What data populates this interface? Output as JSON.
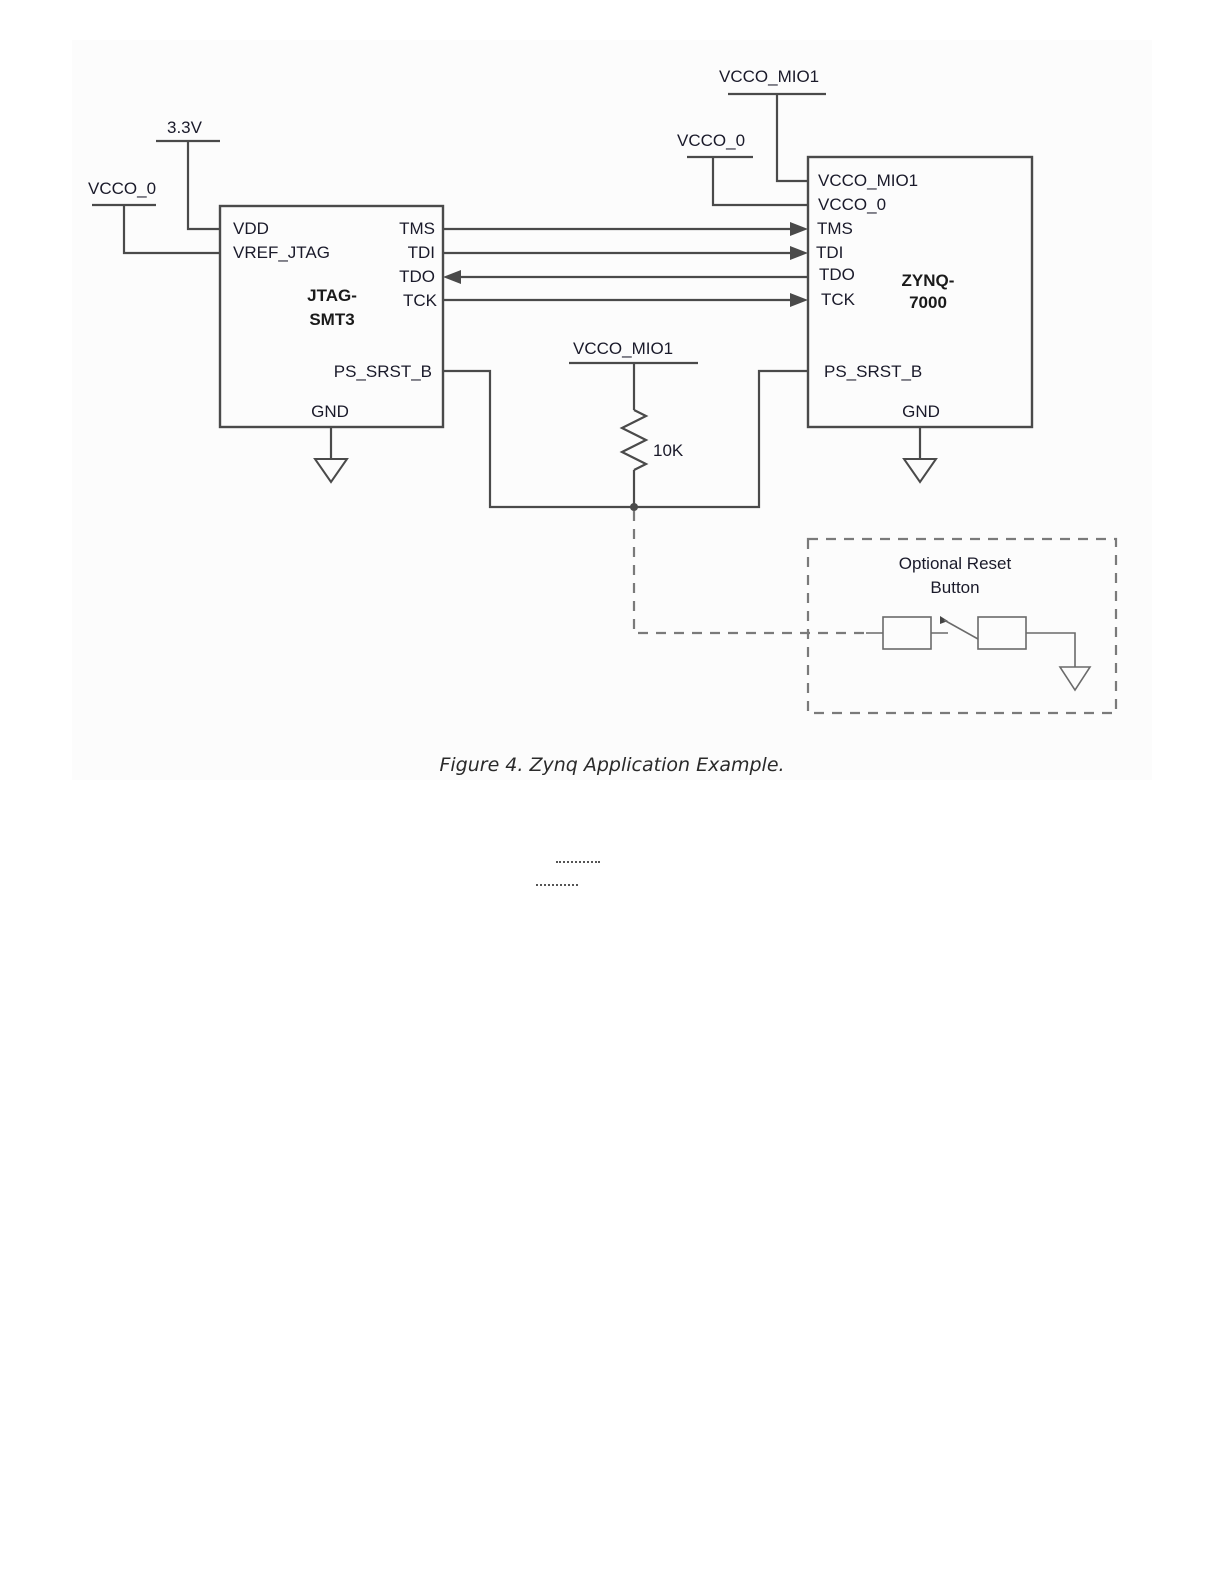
{
  "diagram": {
    "rails": {
      "jtag_vdd_supply": "3.3V",
      "jtag_vref_supply": "VCCO_0",
      "zynq_vcco_mio1_supply": "VCCO_MIO1",
      "zynq_vcco0_supply": "VCCO_0",
      "pullup_supply": "VCCO_MIO1"
    },
    "jtag_block": {
      "title_line1": "JTAG-",
      "title_line2": "SMT3",
      "pins_left": [
        "VDD",
        "VREF_JTAG"
      ],
      "pins_right": [
        "TMS",
        "TDI",
        "TDO",
        "TCK"
      ],
      "reset_pin": "PS_SRST_B",
      "gnd_pin": "GND"
    },
    "zynq_block": {
      "title_line1": "ZYNQ-",
      "title_line2": "7000",
      "pins_left": [
        "VCCO_MIO1",
        "VCCO_0",
        "TMS",
        "TDI",
        "TDO",
        "TCK"
      ],
      "reset_pin": "PS_SRST_B",
      "gnd_pin": "GND"
    },
    "signals": [
      {
        "name": "TMS",
        "direction": "jtag-to-zynq"
      },
      {
        "name": "TDI",
        "direction": "jtag-to-zynq"
      },
      {
        "name": "TDO",
        "direction": "zynq-to-jtag"
      },
      {
        "name": "TCK",
        "direction": "jtag-to-zynq"
      }
    ],
    "pullup_resistor": {
      "value": "10K"
    },
    "optional_block": {
      "title_line1": "Optional Reset",
      "title_line2": "Button"
    },
    "caption": "Figure 4. Zynq Application Example."
  }
}
